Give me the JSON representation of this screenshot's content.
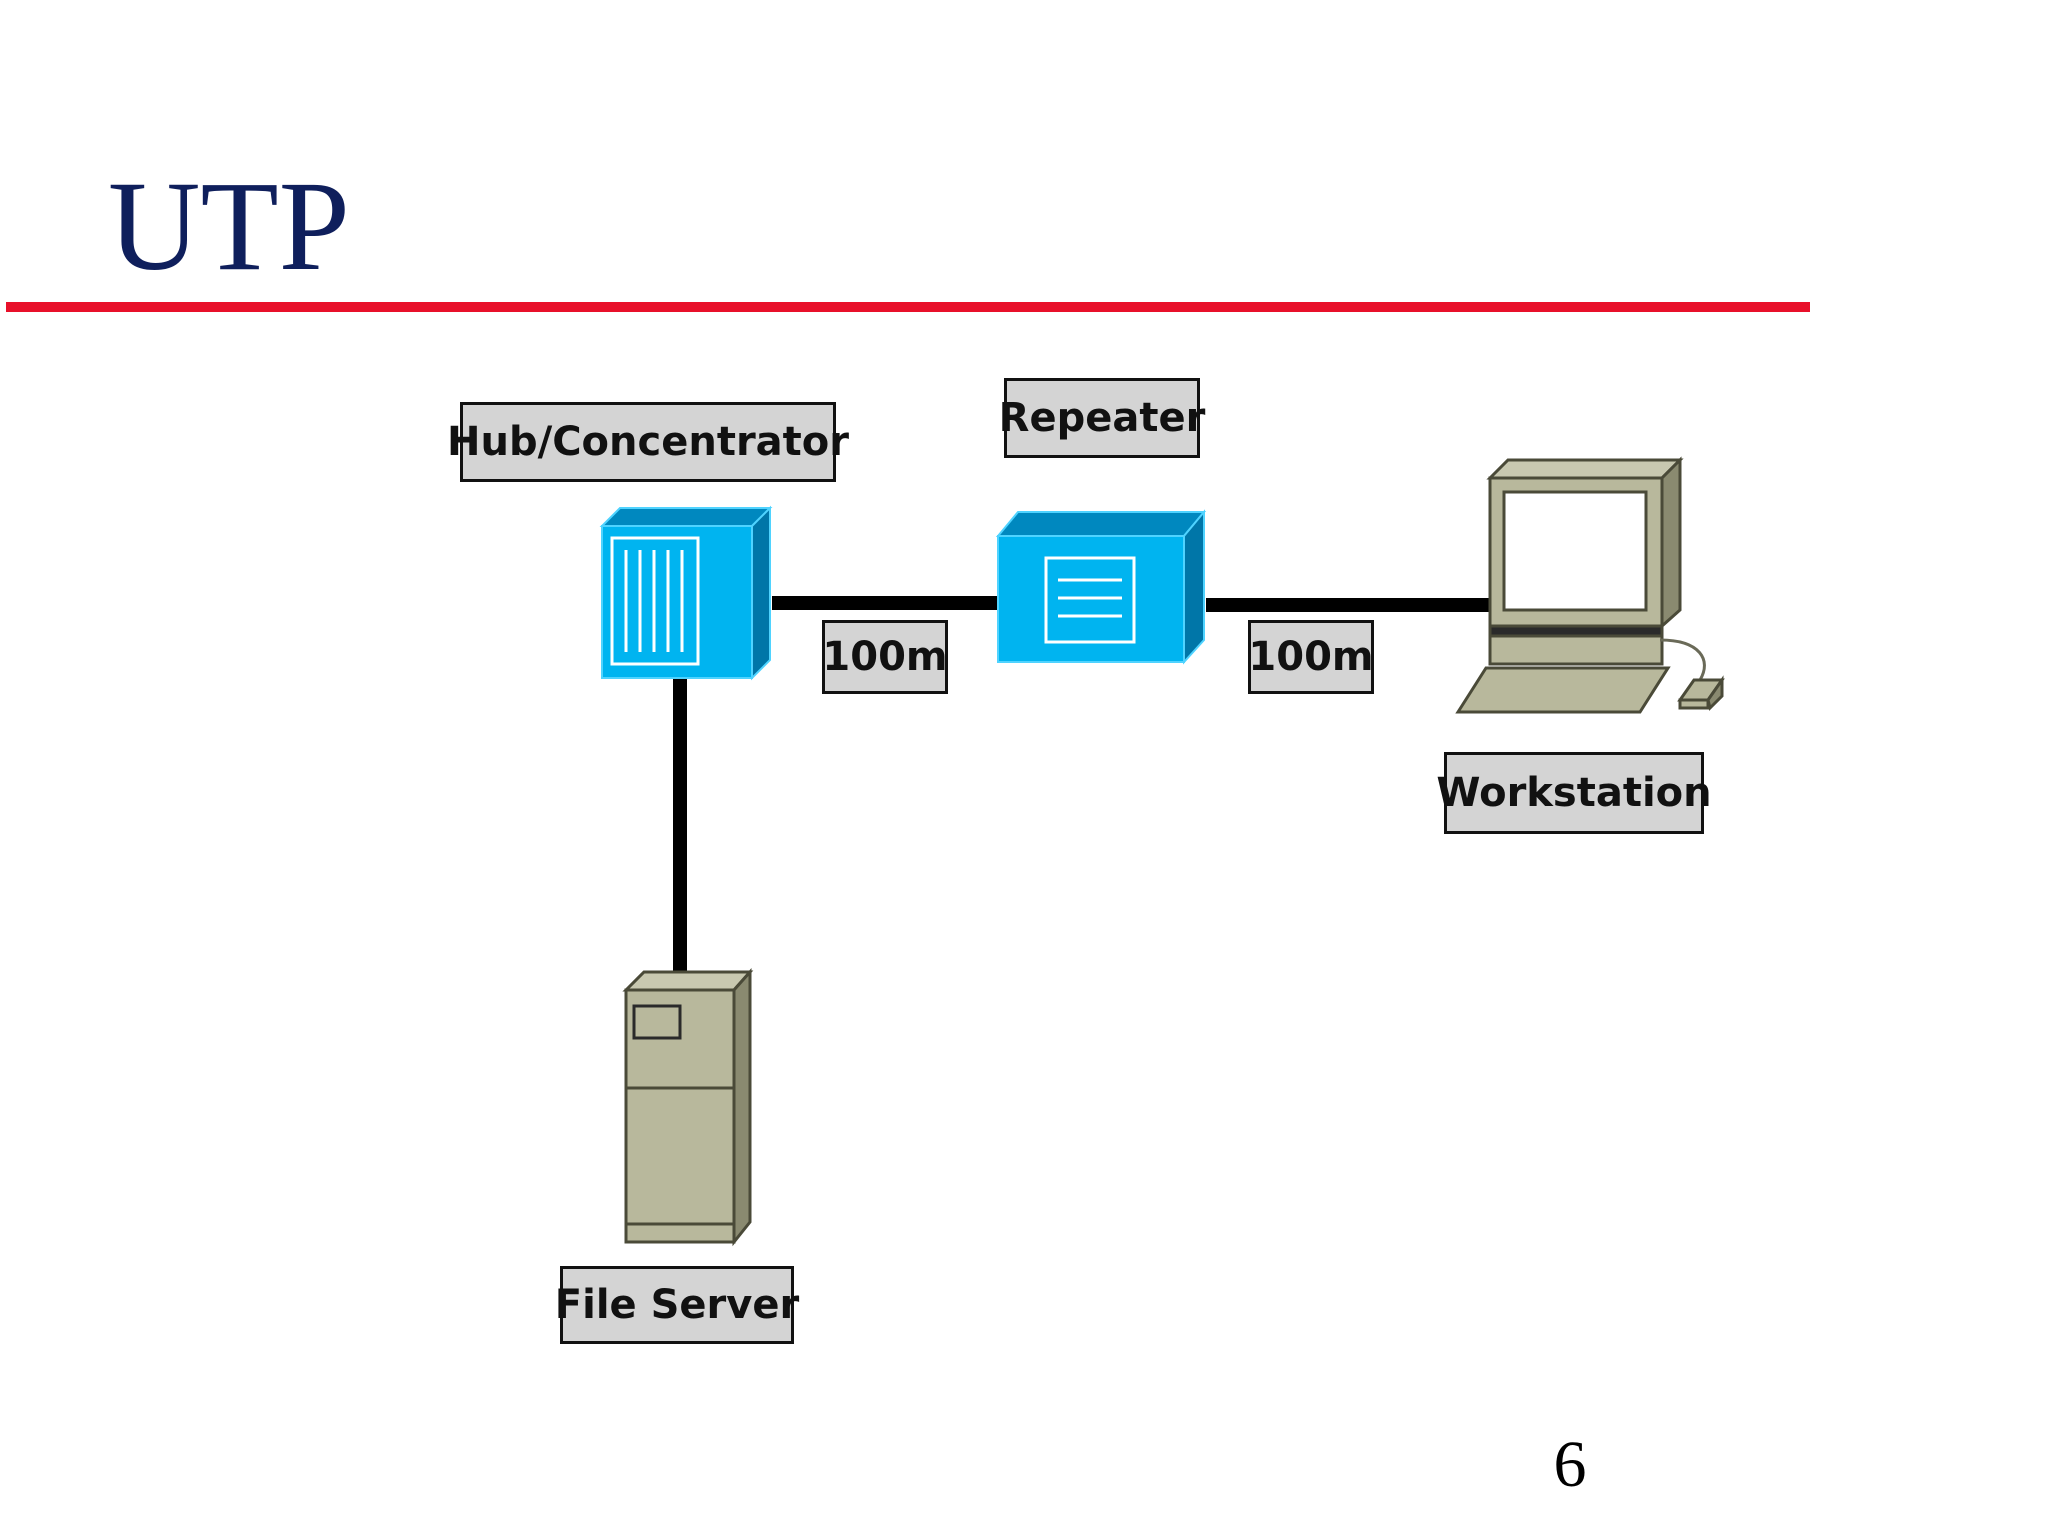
{
  "slide": {
    "title": "UTP",
    "page_number": "6"
  },
  "diagram": {
    "nodes": {
      "hub": {
        "label": "Hub/Concentrator",
        "icon": "hub-icon"
      },
      "repeater": {
        "label": "Repeater",
        "icon": "repeater-icon"
      },
      "workstation": {
        "label": "Workstation",
        "icon": "workstation-icon"
      },
      "file_server": {
        "label": "File Server",
        "icon": "file-server-icon"
      }
    },
    "links": [
      {
        "from": "hub",
        "to": "repeater",
        "label": "100m"
      },
      {
        "from": "repeater",
        "to": "workstation",
        "label": "100m"
      },
      {
        "from": "hub",
        "to": "file_server",
        "label": ""
      }
    ]
  },
  "colors": {
    "title": "#0f1f5c",
    "rule": "#e8102a",
    "device_blue": "#00b4f0",
    "device_beige": "#b8b89c",
    "label_fill": "#d4d4d4"
  }
}
